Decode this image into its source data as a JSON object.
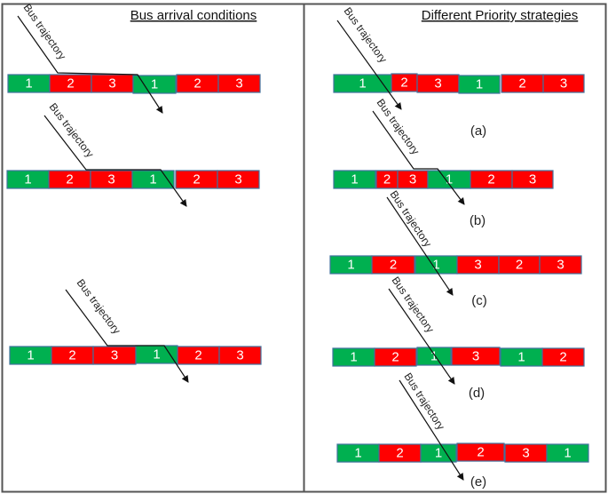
{
  "colors": {
    "green": "#00B050",
    "red": "#FF0000",
    "segment_border": "#41719C",
    "panel_border": "#555555",
    "arrow": "#111111"
  },
  "left_panel": {
    "title": "Bus arrival conditions",
    "rows": [
      {
        "trajectory_label": "Bus trajectory",
        "phases": [
          {
            "label": "1",
            "color": "green"
          },
          {
            "label": "2",
            "color": "red"
          },
          {
            "label": "3",
            "color": "red"
          },
          {
            "label": "1",
            "color": "green"
          },
          {
            "label": "2",
            "color": "red"
          },
          {
            "label": "3",
            "color": "red"
          }
        ]
      },
      {
        "trajectory_label": "Bus trajectory",
        "phases": [
          {
            "label": "1",
            "color": "green"
          },
          {
            "label": "2",
            "color": "red"
          },
          {
            "label": "3",
            "color": "red"
          },
          {
            "label": "1",
            "color": "green"
          },
          {
            "label": "2",
            "color": "red"
          },
          {
            "label": "3",
            "color": "red"
          }
        ]
      },
      {
        "trajectory_label": "Bus trajectory",
        "phases": [
          {
            "label": "1",
            "color": "green"
          },
          {
            "label": "2",
            "color": "red"
          },
          {
            "label": "3",
            "color": "red"
          },
          {
            "label": "1",
            "color": "green"
          },
          {
            "label": "2",
            "color": "red"
          },
          {
            "label": "3",
            "color": "red"
          }
        ]
      }
    ]
  },
  "right_panel": {
    "title": "Different Priority strategies",
    "rows": [
      {
        "caption": "(a)",
        "trajectory_label": "Bus trajectory",
        "phases": [
          {
            "label": "1",
            "color": "green"
          },
          {
            "label": "2",
            "color": "red"
          },
          {
            "label": "3",
            "color": "red"
          },
          {
            "label": "1",
            "color": "green"
          },
          {
            "label": "2",
            "color": "red"
          },
          {
            "label": "3",
            "color": "red"
          }
        ]
      },
      {
        "caption": "(b)",
        "trajectory_label": "Bus trajectory",
        "phases": [
          {
            "label": "1",
            "color": "green"
          },
          {
            "label": "2",
            "color": "red"
          },
          {
            "label": "3",
            "color": "red"
          },
          {
            "label": "1",
            "color": "green"
          },
          {
            "label": "2",
            "color": "red"
          },
          {
            "label": "3",
            "color": "red"
          }
        ]
      },
      {
        "caption": "(c)",
        "trajectory_label": "Bus trajectory",
        "phases": [
          {
            "label": "1",
            "color": "green"
          },
          {
            "label": "2",
            "color": "red"
          },
          {
            "label": "1",
            "color": "green"
          },
          {
            "label": "3",
            "color": "red"
          },
          {
            "label": "2",
            "color": "red"
          },
          {
            "label": "3",
            "color": "red"
          }
        ]
      },
      {
        "caption": "(d)",
        "trajectory_label": "Bus trajectory",
        "phases": [
          {
            "label": "1",
            "color": "green"
          },
          {
            "label": "2",
            "color": "red"
          },
          {
            "label": "1",
            "color": "green"
          },
          {
            "label": "3",
            "color": "red"
          },
          {
            "label": "1",
            "color": "green"
          },
          {
            "label": "2",
            "color": "red"
          }
        ]
      },
      {
        "caption": "(e)",
        "trajectory_label": "Bus trajectory",
        "phases": [
          {
            "label": "1",
            "color": "green"
          },
          {
            "label": "2",
            "color": "red"
          },
          {
            "label": "1",
            "color": "green"
          },
          {
            "label": "2",
            "color": "red"
          },
          {
            "label": "3",
            "color": "red"
          },
          {
            "label": "1",
            "color": "green"
          }
        ]
      }
    ]
  }
}
